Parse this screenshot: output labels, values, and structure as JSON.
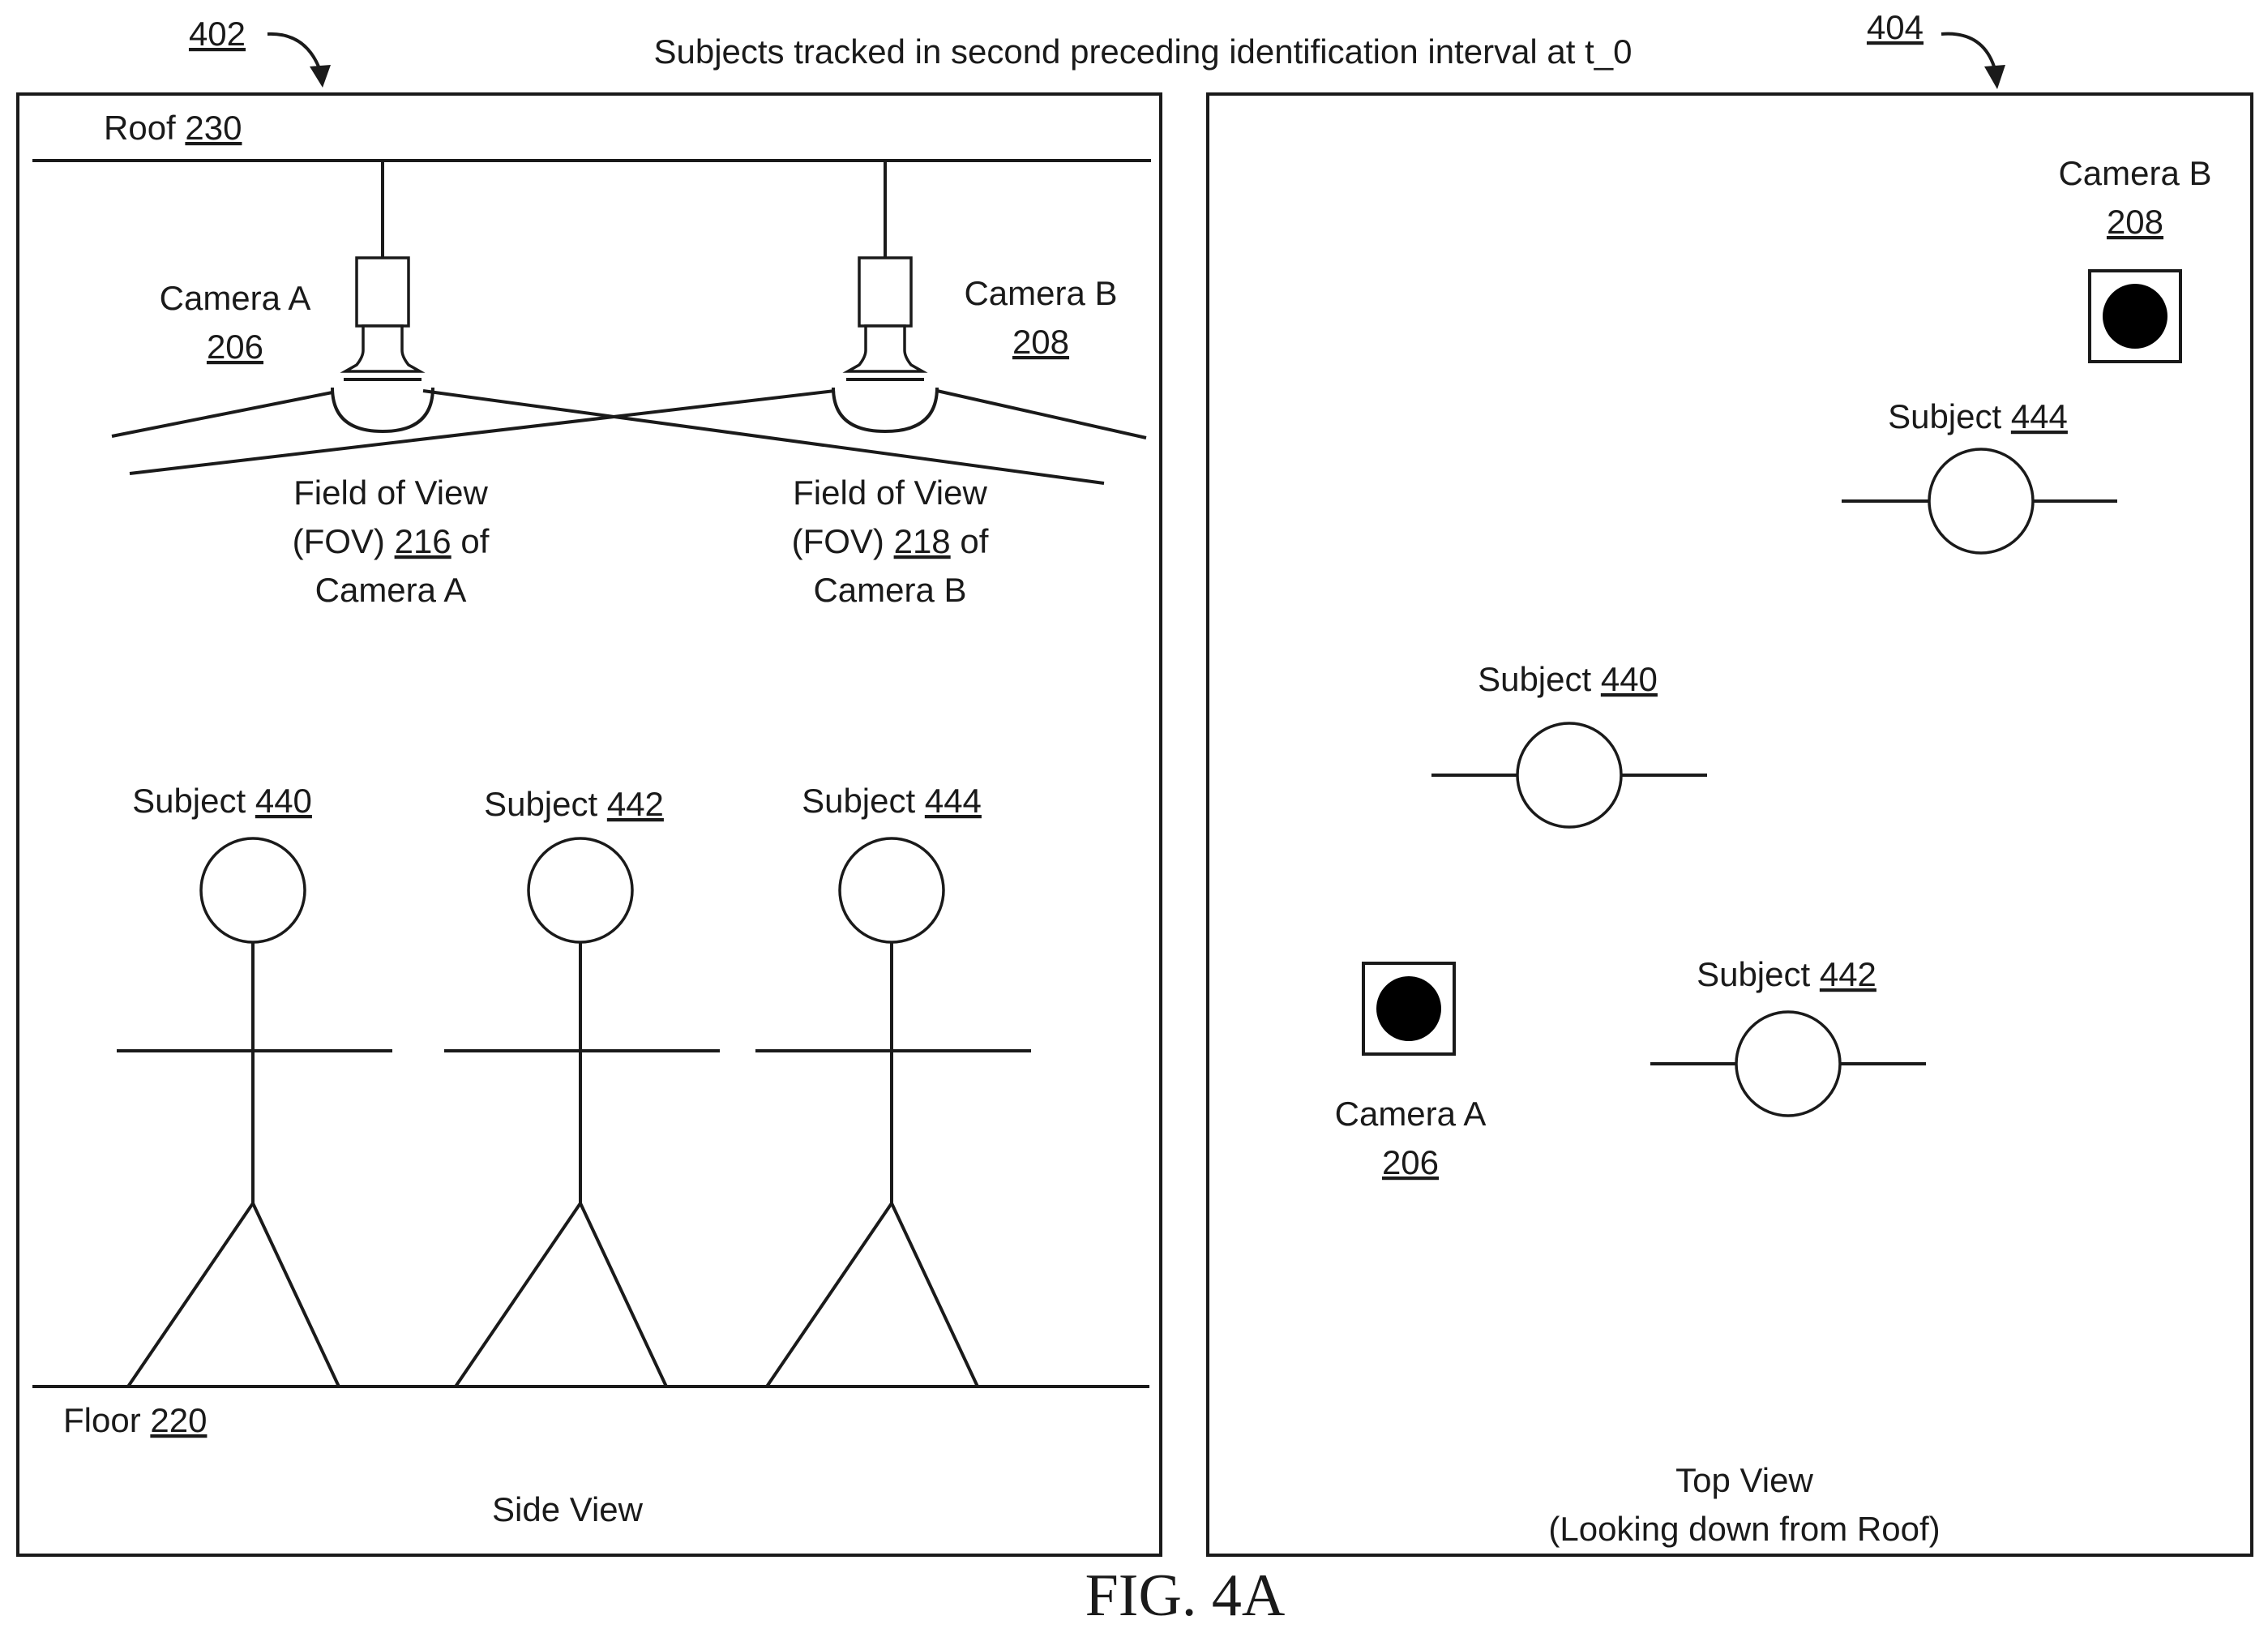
{
  "title": "Subjects tracked in second preceding identification interval at  t_0",
  "figure_label": "FIG. 4A",
  "side_panel": {
    "ref": "402",
    "roof": {
      "label": "Roof ",
      "ref": "230"
    },
    "floor": {
      "label": "Floor ",
      "ref": "220"
    },
    "view_label": "Side View",
    "camera_a": {
      "name": "Camera A",
      "ref": "206"
    },
    "camera_b": {
      "name": "Camera B",
      "ref": "208"
    },
    "fov_a": {
      "line1": "Field of View",
      "prefix": "(FOV) ",
      "ref": "216",
      "suffix": " of",
      "line3": "Camera A"
    },
    "fov_b": {
      "line1": "Field of View",
      "prefix": "(FOV) ",
      "ref": "218",
      "suffix": " of",
      "line3": "Camera B"
    },
    "subjects": [
      {
        "label": "Subject ",
        "ref": "440"
      },
      {
        "label": "Subject ",
        "ref": "442"
      },
      {
        "label": "Subject ",
        "ref": "444"
      }
    ]
  },
  "top_panel": {
    "ref": "404",
    "view_label_1": "Top View",
    "view_label_2": "(Looking down from Roof)",
    "camera_a": {
      "name": "Camera A",
      "ref": "206"
    },
    "camera_b": {
      "name": "Camera B",
      "ref": "208"
    },
    "subjects": [
      {
        "label": "Subject ",
        "ref": "444"
      },
      {
        "label": "Subject ",
        "ref": "440"
      },
      {
        "label": "Subject ",
        "ref": "442"
      }
    ]
  }
}
